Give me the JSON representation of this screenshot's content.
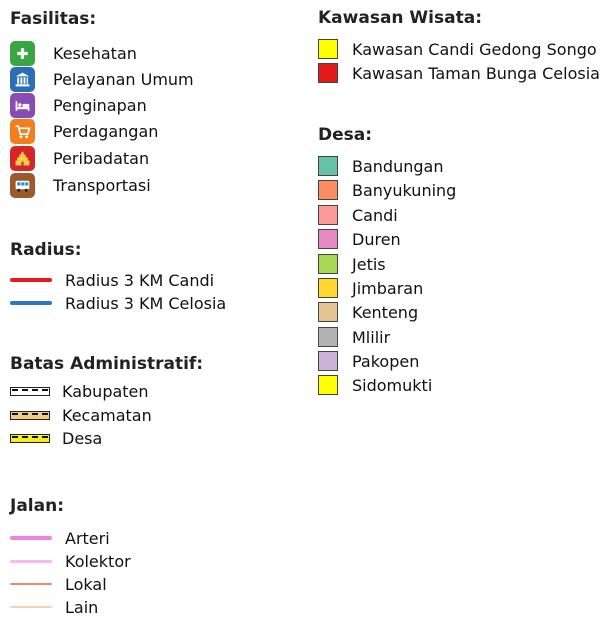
{
  "fasilitas": {
    "title": "Fasilitas:",
    "items": [
      {
        "label": "Kesehatan",
        "color": "#3aa544",
        "icon": "plus-icon"
      },
      {
        "label": "Pelayanan Umum",
        "color": "#2a6fb5",
        "icon": "building-icon"
      },
      {
        "label": "Penginapan",
        "color": "#8a4bb3",
        "icon": "bed-icon"
      },
      {
        "label": "Perdagangan",
        "color": "#f07f1c",
        "icon": "cart-icon"
      },
      {
        "label": "Peribadatan",
        "color": "#d7262a",
        "icon": "temple-icon"
      },
      {
        "label": "Transportasi",
        "color": "#9a5a2a",
        "icon": "bus-icon"
      }
    ]
  },
  "radius": {
    "title": "Radius:",
    "items": [
      {
        "label": "Radius 3 KM Candi",
        "color": "#e8191f"
      },
      {
        "label": "Radius 3 KM Celosia",
        "color": "#2a78bd"
      }
    ]
  },
  "batas": {
    "title": "Batas Administratif:",
    "items": [
      {
        "label": "Kabupaten",
        "color": "#ffffff"
      },
      {
        "label": "Kecamatan",
        "color": "#f3cb87"
      },
      {
        "label": "Desa",
        "color": "#f6ec1d"
      }
    ]
  },
  "jalan": {
    "title": "Jalan:",
    "items": [
      {
        "label": "Arteri",
        "color": "#ee82e6"
      },
      {
        "label": "Kolektor",
        "color": "#f7b7ef"
      },
      {
        "label": "Lokal",
        "color": "#f28a73"
      },
      {
        "label": "Lain",
        "color": "#f6d2b0"
      }
    ]
  },
  "wisata": {
    "title": "Kawasan Wisata:",
    "items": [
      {
        "label": "Kawasan Candi Gedong Songo",
        "color": "#ffff00"
      },
      {
        "label": "Kawasan Taman Bunga Celosia",
        "color": "#e31a1c"
      }
    ]
  },
  "desa": {
    "title": "Desa:",
    "items": [
      {
        "label": "Bandungan",
        "color": "#66c2a5"
      },
      {
        "label": "Banyukuning",
        "color": "#fc8d62"
      },
      {
        "label": "Candi",
        "color": "#fb9a99"
      },
      {
        "label": "Duren",
        "color": "#e78ac3"
      },
      {
        "label": "Jetis",
        "color": "#a6d854"
      },
      {
        "label": "Jimbaran",
        "color": "#ffd92f"
      },
      {
        "label": "Kenteng",
        "color": "#e5c494"
      },
      {
        "label": "Mlilir",
        "color": "#b3b3b3"
      },
      {
        "label": "Pakopen",
        "color": "#cab2d6"
      },
      {
        "label": "Sidomukti",
        "color": "#ffff00"
      }
    ]
  }
}
